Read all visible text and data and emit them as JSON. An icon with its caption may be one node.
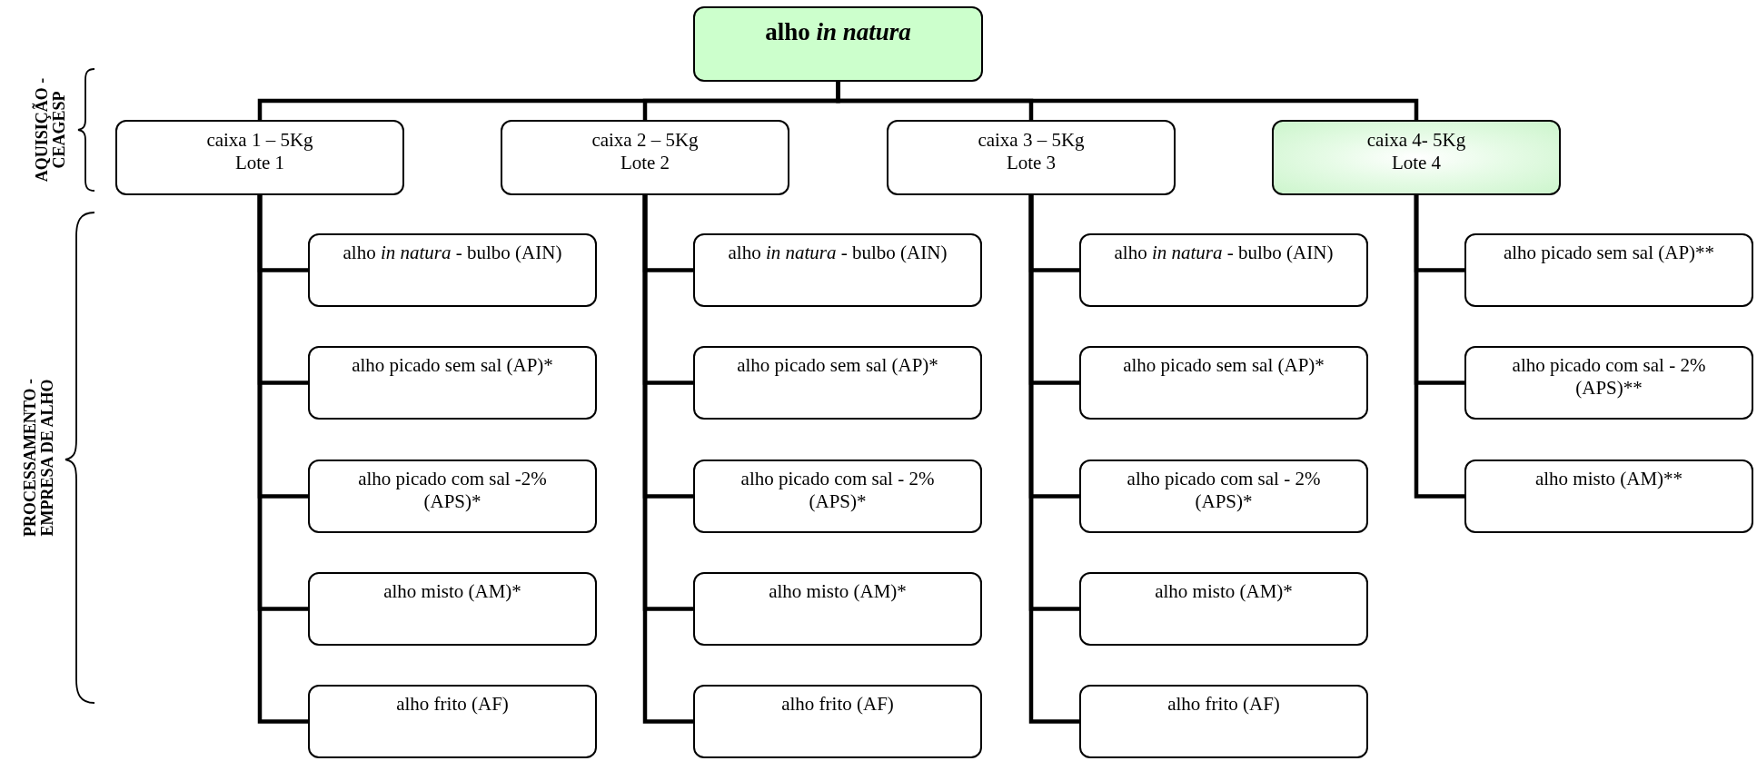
{
  "diagram": {
    "nodes": [
      {
        "text": [
          "alho *in natura*"
        ]
      },
      {
        "text": [
          "caixa 1 – 5Kg Lote 1"
        ]
      },
      {
        "text": [
          "alho *in natura* - bulbo (AIN)"
        ]
      },
      {
        "text": [
          "alho picado sem sal (AP)*"
        ]
      },
      {
        "text": [
          "alho picado com sal -2% (APS)*"
        ]
      },
      {
        "text": [
          "alho misto (AM)*"
        ]
      },
      {
        "text": [
          "alho frito (AF)"
        ]
      },
      {
        "text": [
          "caixa 2 – 5Kg Lote 2"
        ]
      },
      {
        "text": [
          "alho *in natura* - bulbo (AIN)"
        ]
      },
      {
        "text": [
          "alho picado sem sal (AP)*"
        ]
      },
      {
        "text": [
          "alho picado com sal - 2% (APS)*"
        ]
      },
      {
        "text": [
          "alho misto (AM)*"
        ]
      },
      {
        "text": [
          "alho frito (AF)"
        ]
      },
      {
        "text": [
          "caixa 3 – 5Kg Lote 3"
        ]
      },
      {
        "text": [
          "alho *in natura* - bulbo (AIN)"
        ]
      },
      {
        "text": [
          "alho picado sem sal (AP)*"
        ]
      },
      {
        "text": [
          "alho picado com sal - 2% (APS)*"
        ]
      },
      {
        "text": [
          "alho misto (AM)*"
        ]
      },
      {
        "text": [
          "alho frito (AF)"
        ]
      },
      {
        "text": [
          "caixa 4- 5Kg Lote 4"
        ]
      },
      {
        "text": [
          "alho picado sem sal (AP)**"
        ]
      },
      {
        "text": [
          "alho picado com sal - 2% (APS)**"
        ]
      },
      {
        "text": [
          "alho misto (AM)**"
        ]
      }
    ],
    "edges": [
      {
        "from": 0,
        "to": 1,
        "arrow": "none"
      },
      {
        "from": 0,
        "to": 7,
        "arrow": "none"
      },
      {
        "from": 0,
        "to": 13,
        "arrow": "none"
      },
      {
        "from": 0,
        "to": 19,
        "arrow": "none"
      },
      {
        "from": 1,
        "to": 2,
        "arrow": "none"
      },
      {
        "from": 1,
        "to": 3,
        "arrow": "none"
      },
      {
        "from": 1,
        "to": 4,
        "arrow": "none"
      },
      {
        "from": 1,
        "to": 5,
        "arrow": "none"
      },
      {
        "from": 1,
        "to": 6,
        "arrow": "none"
      },
      {
        "from": 7,
        "to": 8,
        "arrow": "none"
      },
      {
        "from": 7,
        "to": 9,
        "arrow": "none"
      },
      {
        "from": 7,
        "to": 10,
        "arrow": "none"
      },
      {
        "from": 7,
        "to": 11,
        "arrow": "none"
      },
      {
        "from": 7,
        "to": 12,
        "arrow": "none"
      },
      {
        "from": 13,
        "to": 14,
        "arrow": "none"
      },
      {
        "from": 13,
        "to": 15,
        "arrow": "none"
      },
      {
        "from": 13,
        "to": 16,
        "arrow": "none"
      },
      {
        "from": 13,
        "to": 17,
        "arrow": "none"
      },
      {
        "from": 13,
        "to": 18,
        "arrow": "none"
      },
      {
        "from": 19,
        "to": 20,
        "arrow": "none"
      },
      {
        "from": 19,
        "to": 21,
        "arrow": "none"
      },
      {
        "from": 19,
        "to": 22,
        "arrow": "none"
      }
    ],
    "labels": [
      "AQUISIÇÃO - CEAGESP",
      "PROCESSAMENTO - EMPRESA DE ALHO"
    ]
  }
}
